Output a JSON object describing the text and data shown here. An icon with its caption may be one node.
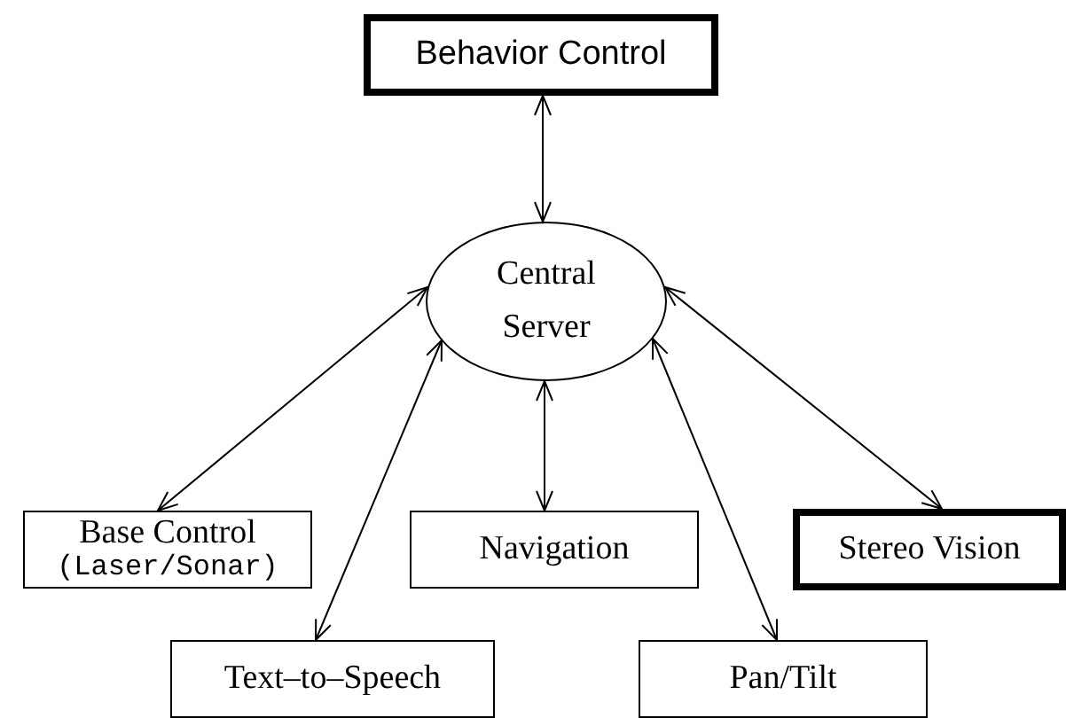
{
  "diagram": {
    "nodes": [
      {
        "text": [
          "Behavior Control"
        ]
      },
      {
        "text": [
          "Central Server"
        ]
      },
      {
        "text": [
          "Base Control",
          "(Laser/Sonar)"
        ]
      },
      {
        "text": [
          "Navigation"
        ]
      },
      {
        "text": [
          "Stereo Vision"
        ]
      },
      {
        "text": [
          "Text–to–Speech"
        ]
      },
      {
        "text": [
          "Pan/Tilt"
        ]
      }
    ],
    "edges": [
      {
        "from": 0,
        "to": 1,
        "arrow": "both"
      },
      {
        "from": 1,
        "to": 2,
        "arrow": "both"
      },
      {
        "from": 1,
        "to": 5,
        "arrow": "both"
      },
      {
        "from": 1,
        "to": 3,
        "arrow": "both"
      },
      {
        "from": 1,
        "to": 6,
        "arrow": "both"
      },
      {
        "from": 1,
        "to": 4,
        "arrow": "both"
      }
    ]
  }
}
